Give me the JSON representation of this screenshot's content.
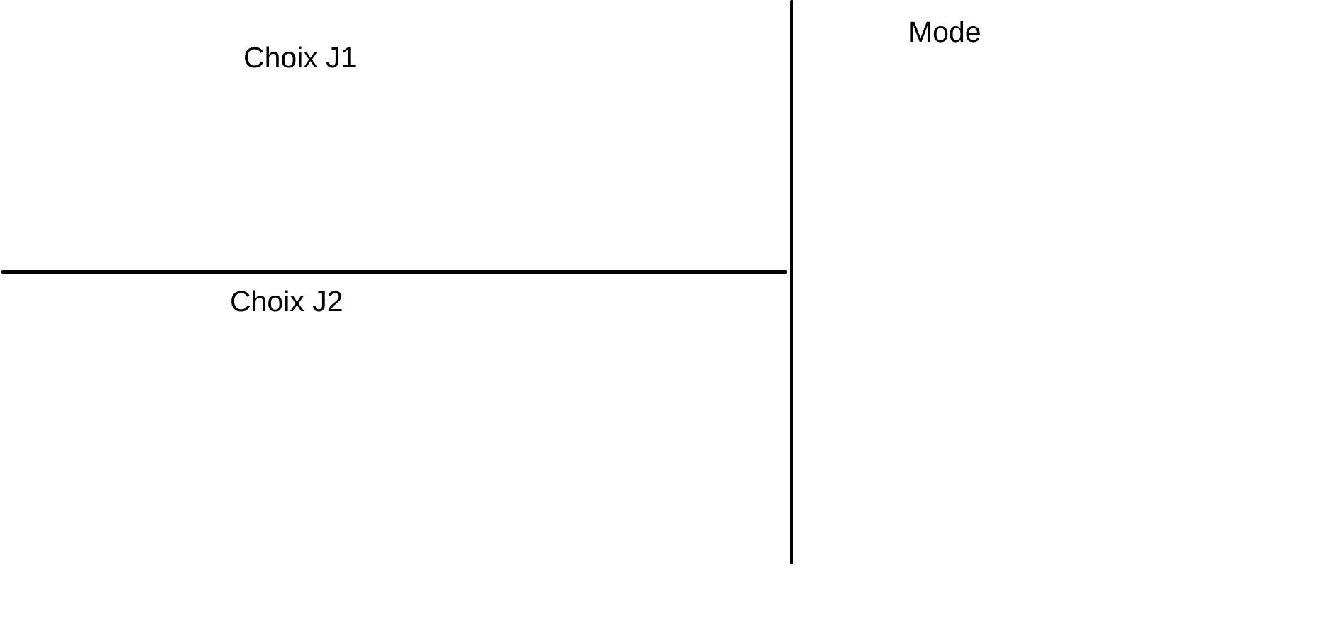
{
  "panels": {
    "player1": {
      "title": "Choix J1"
    },
    "player2": {
      "title": "Choix J2"
    },
    "mode": {
      "title": "Mode"
    }
  },
  "colors": {
    "background": "#ffffff",
    "lines": "#000000",
    "text": "#000000"
  }
}
